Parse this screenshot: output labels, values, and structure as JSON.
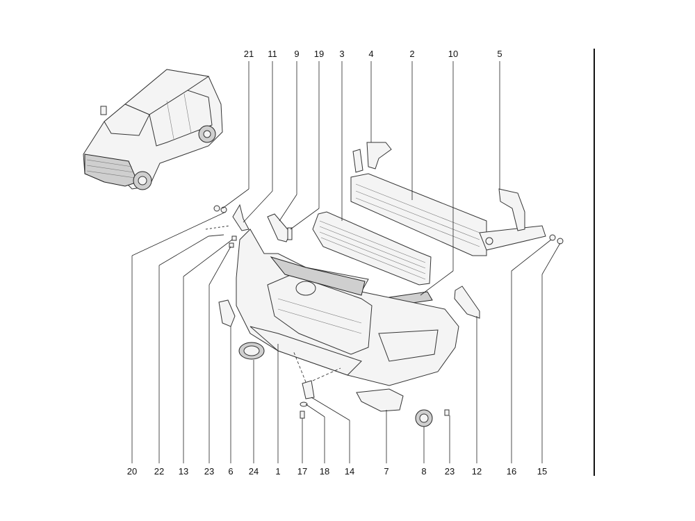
{
  "diagram": {
    "top_callouts": [
      "21",
      "11",
      "9",
      "19",
      "3",
      "4",
      "2",
      "10",
      "5"
    ],
    "bottom_callouts": [
      "20",
      "22",
      "13",
      "23",
      "6",
      "24",
      "1",
      "17",
      "18",
      "14",
      "7",
      "8",
      "23",
      "12",
      "16",
      "15"
    ]
  }
}
